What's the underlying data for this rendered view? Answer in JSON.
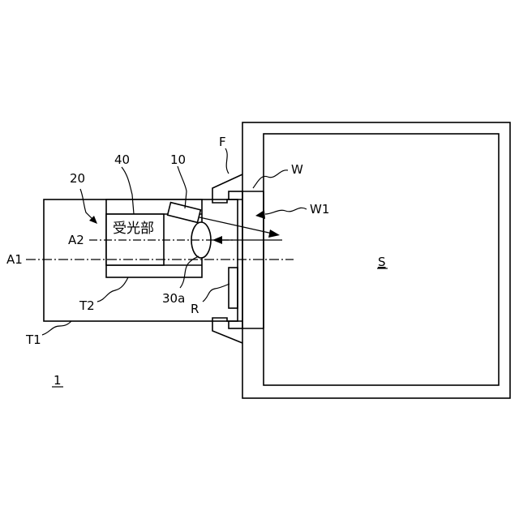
{
  "labels": {
    "fig_number": "1",
    "ref_20": "20",
    "ref_40": "40",
    "ref_10": "10",
    "ref_F": "F",
    "ref_W": "W",
    "ref_W1": "W1",
    "ref_A1": "A1",
    "ref_A2": "A2",
    "ref_S": "S",
    "ref_30a": "30a",
    "ref_R": "R",
    "ref_T2": "T2",
    "ref_T1": "T1",
    "light_receiver": "受光部"
  },
  "colors": {
    "line": "#000000",
    "background": "#ffffff"
  }
}
